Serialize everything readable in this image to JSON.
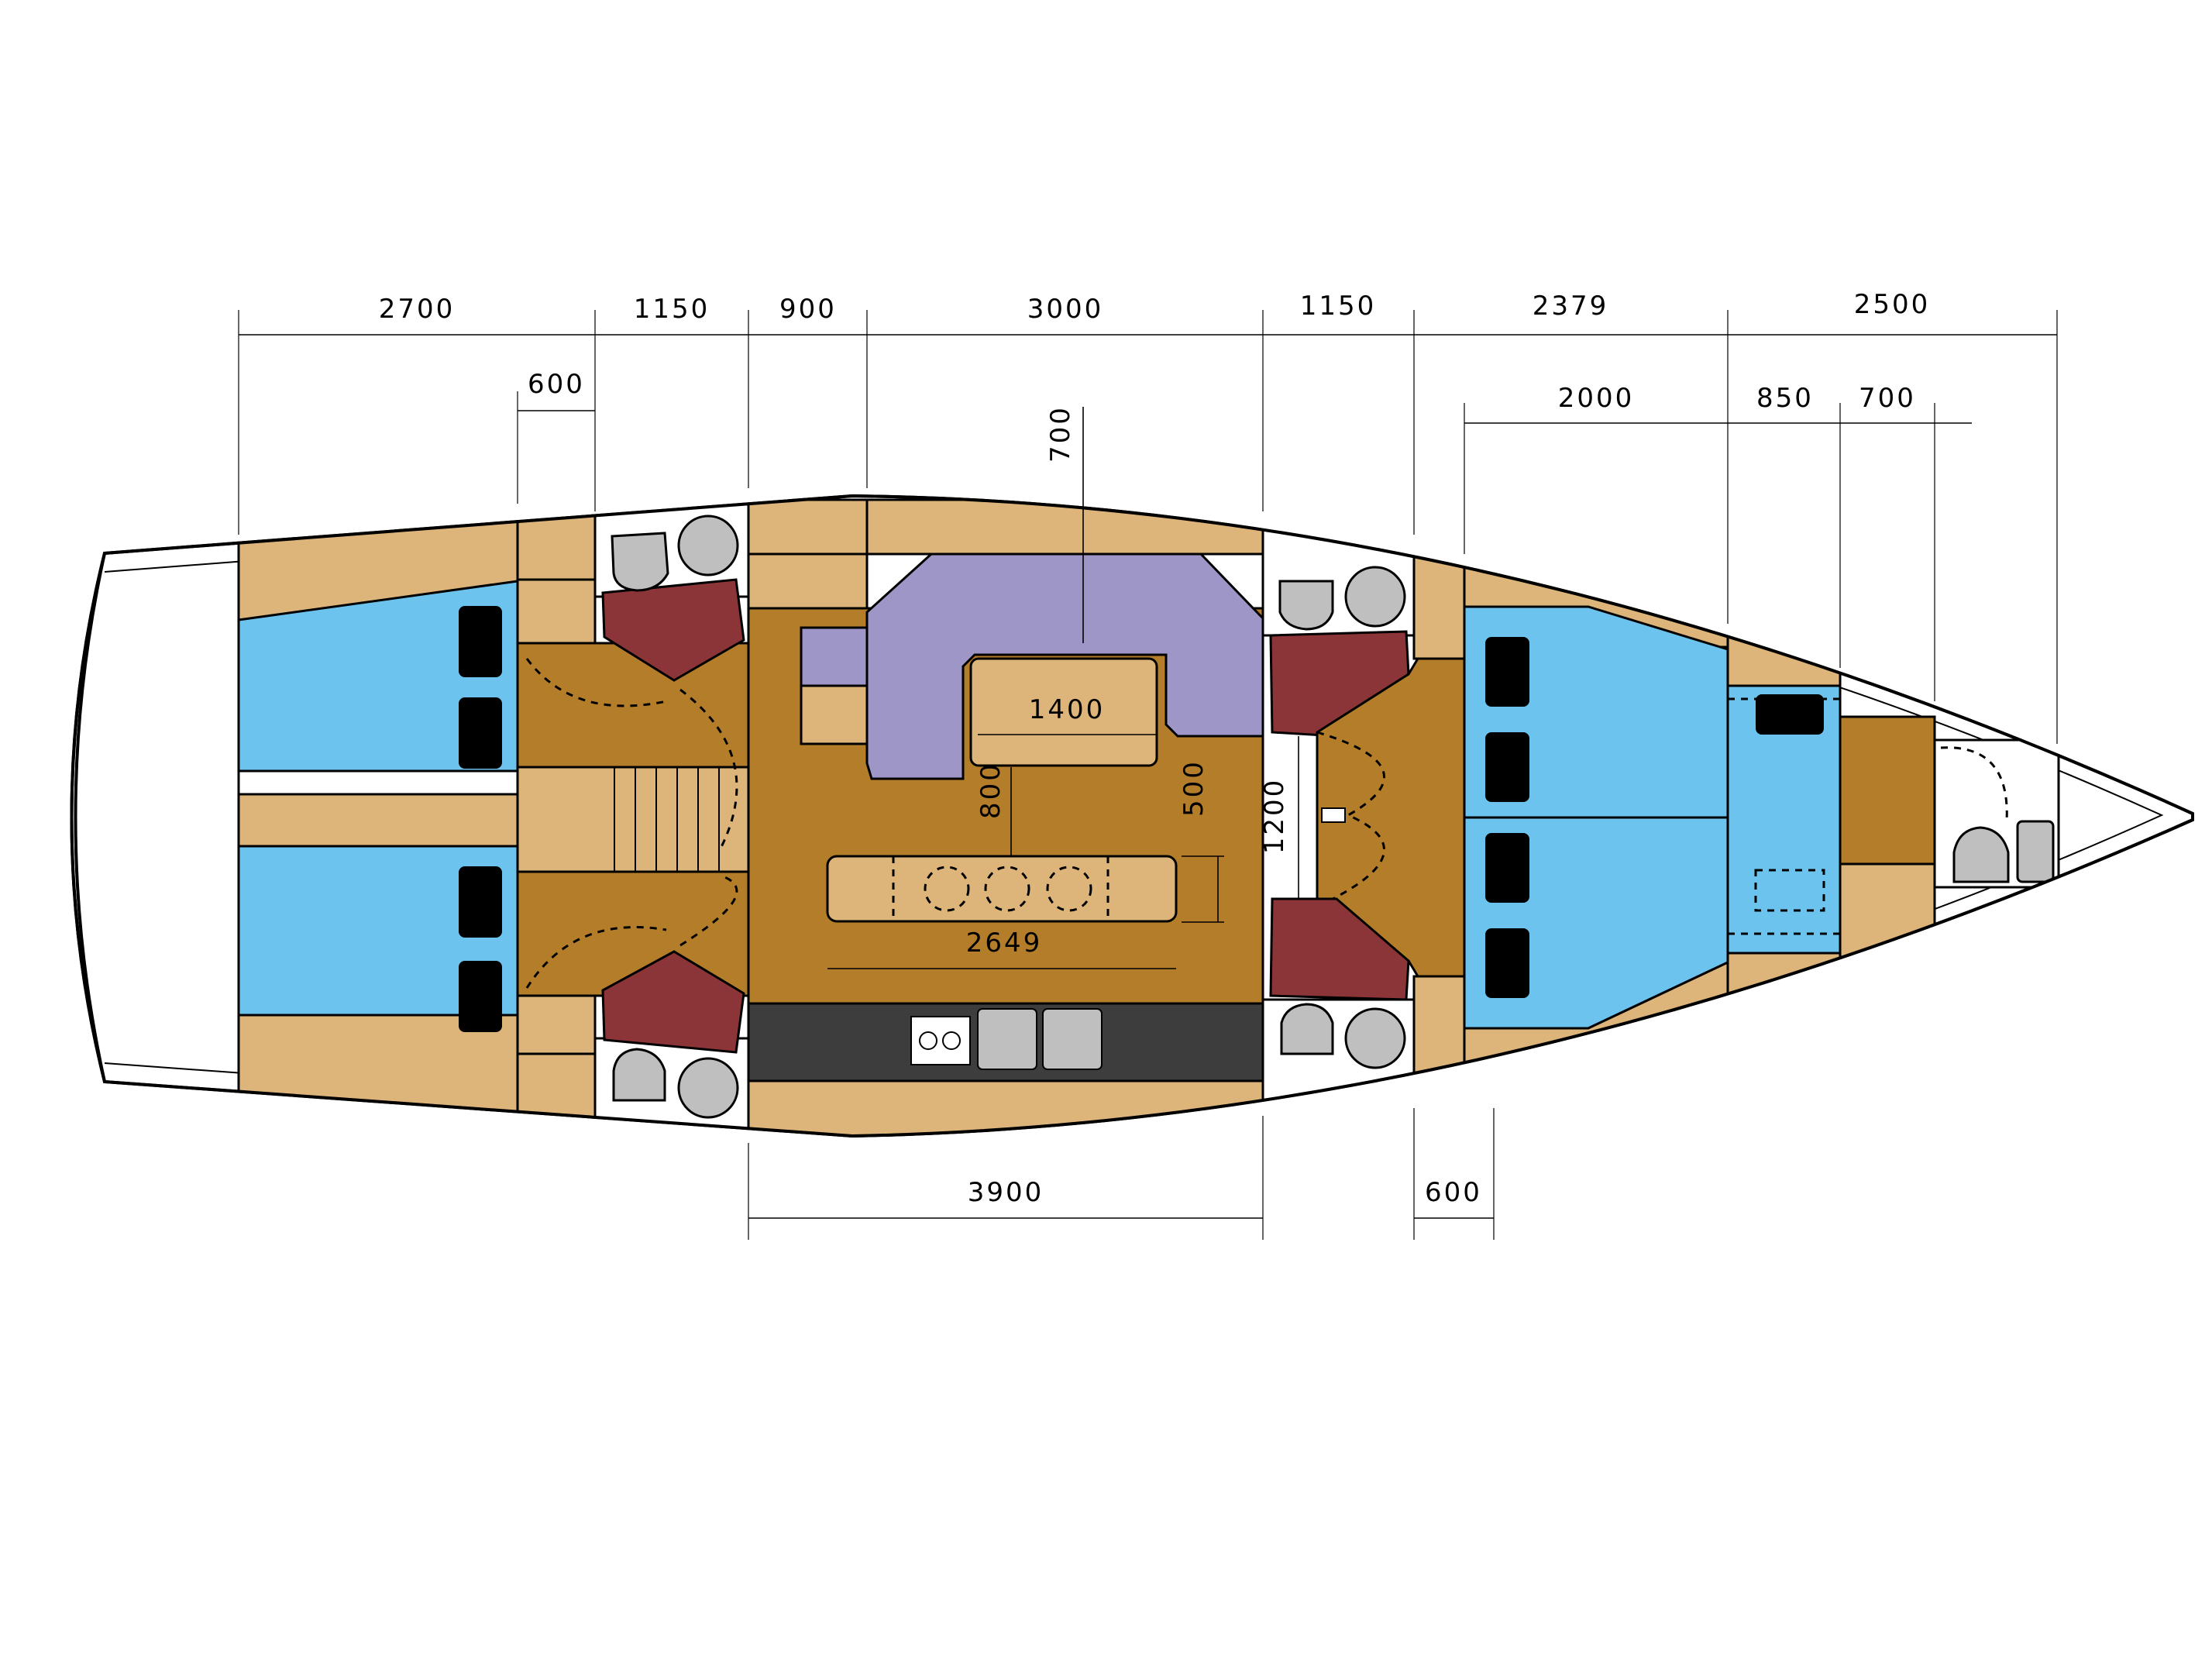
{
  "colors": {
    "hull_white": "#ffffff",
    "floor_dark": "#b47d2a",
    "furniture_tan": "#ddb47a",
    "berth_blue": "#6bc3ee",
    "head_maroon": "#8b3538",
    "saloon_purple": "#9d96c7",
    "galley_dark": "#3d3d3d",
    "fixture_grey": "#bfbfbf",
    "pillow_black": "#000000"
  },
  "dimensions": {
    "top_row": [
      "2700",
      "1150",
      "900",
      "3000",
      "1150",
      "2379",
      "2500"
    ],
    "aft_sub": "600",
    "fwd_sub": [
      "2000",
      "850",
      "700"
    ],
    "saloon_height": "700",
    "table_width": "1400",
    "table_depth": "800",
    "bench_gap": "500",
    "passage": "1200",
    "bench_length": "2649",
    "galley_length": "3900",
    "fwd_cabin_step": "600"
  }
}
